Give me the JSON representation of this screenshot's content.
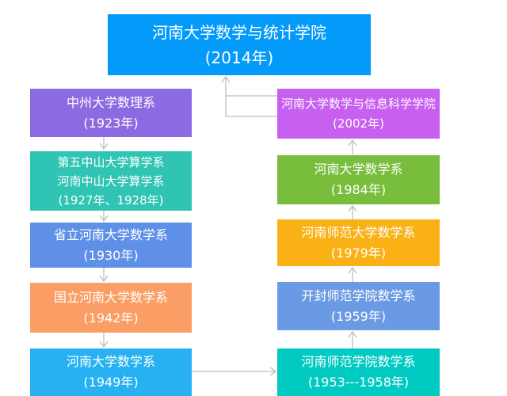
{
  "nodes": {
    "root": {
      "lines": [
        "河南大学数学与统计学院",
        "(2014年)"
      ]
    },
    "l1": {
      "lines": [
        "中州大学数理系",
        "(1923年)"
      ]
    },
    "l2": {
      "lines": [
        "第五中山大学算学系",
        "河南中山大学算学系",
        "(1927年、1928年)"
      ]
    },
    "l3": {
      "lines": [
        "省立河南大学数学系",
        "(1930年)"
      ]
    },
    "l4": {
      "lines": [
        "国立河南大学数学系",
        "(1942年)"
      ]
    },
    "l5": {
      "lines": [
        "河南大学数学系",
        "(1949年)"
      ]
    },
    "r1": {
      "lines": [
        "河南大学数学与信息科学学院",
        "(2002年)"
      ]
    },
    "r2": {
      "lines": [
        "河南大学数学系",
        "(1984年)"
      ]
    },
    "r3": {
      "lines": [
        "河南师范大学数学系",
        "(1979年)"
      ]
    },
    "r4": {
      "lines": [
        "开封师范学院数学系",
        "(1959年)"
      ]
    },
    "r5": {
      "lines": [
        "河南师范学院数学系",
        "(1953---1958年)"
      ]
    }
  },
  "colors": {
    "root": "#049afa",
    "l1": "#8c6ae1",
    "l2": "#2fc4b3",
    "l3": "#5f90e8",
    "l4": "#fa9e65",
    "l5": "#27b1f2",
    "r1": "#c75ff0",
    "r2": "#79bd3c",
    "r3": "#fab116",
    "r4": "#6b9ae4",
    "r5": "#00cac2",
    "connector": "#bdbdbd"
  }
}
